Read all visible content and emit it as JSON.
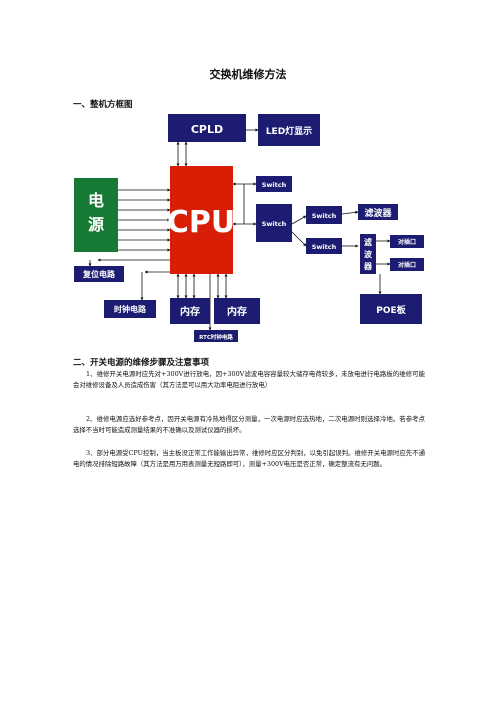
{
  "doc": {
    "title": "交换机维修方法",
    "section1": "一、整机方框图",
    "section2": "二、开关电源的维修步骤及注意事项",
    "paragraphs": [
      "1、维修开关电源时应先对+300V进行放电，因+300V滤波电容容量较大储存电荷较多，未放电进行电路板的维修可能会对维修设备及人员造成伤害（其方法是可以用大功率电阻进行放电）",
      "2、维修电源应选好参考点，因开关电源有冷热地得区分测量，一次电源时应选热地，二次电源时则选择冷地。若参考点选择不当时可能造成测量结果的不准确以及测试仪器的损坏。",
      "3、部分电源受CPU控制，当主板没正常工作能输出异常，维修时应区分判别，以免引起误判。维修开关电源时应先不通电的情况排除短路故障（其方法是用万用表测量无短路即可），测量+300V电压是否正常，确定整流有无问题。"
    ]
  },
  "diagram": {
    "cpld": "CPLD",
    "led": "LED灯显示",
    "cpu": "CPU",
    "power_top": "电",
    "power_bottom": "源",
    "switch": "Switch",
    "filter": "滤波器",
    "filter_v": [
      "滤",
      "波",
      "器"
    ],
    "port": "对插口",
    "reset": "复位电路",
    "clock": "时钟电路",
    "memory": "内存",
    "rtc": "RTC时钟电路",
    "poe": "POE板"
  },
  "colors": {
    "block_blue": "#1c1c72",
    "cpu_red": "#d81e05",
    "power_green": "#167a34"
  }
}
